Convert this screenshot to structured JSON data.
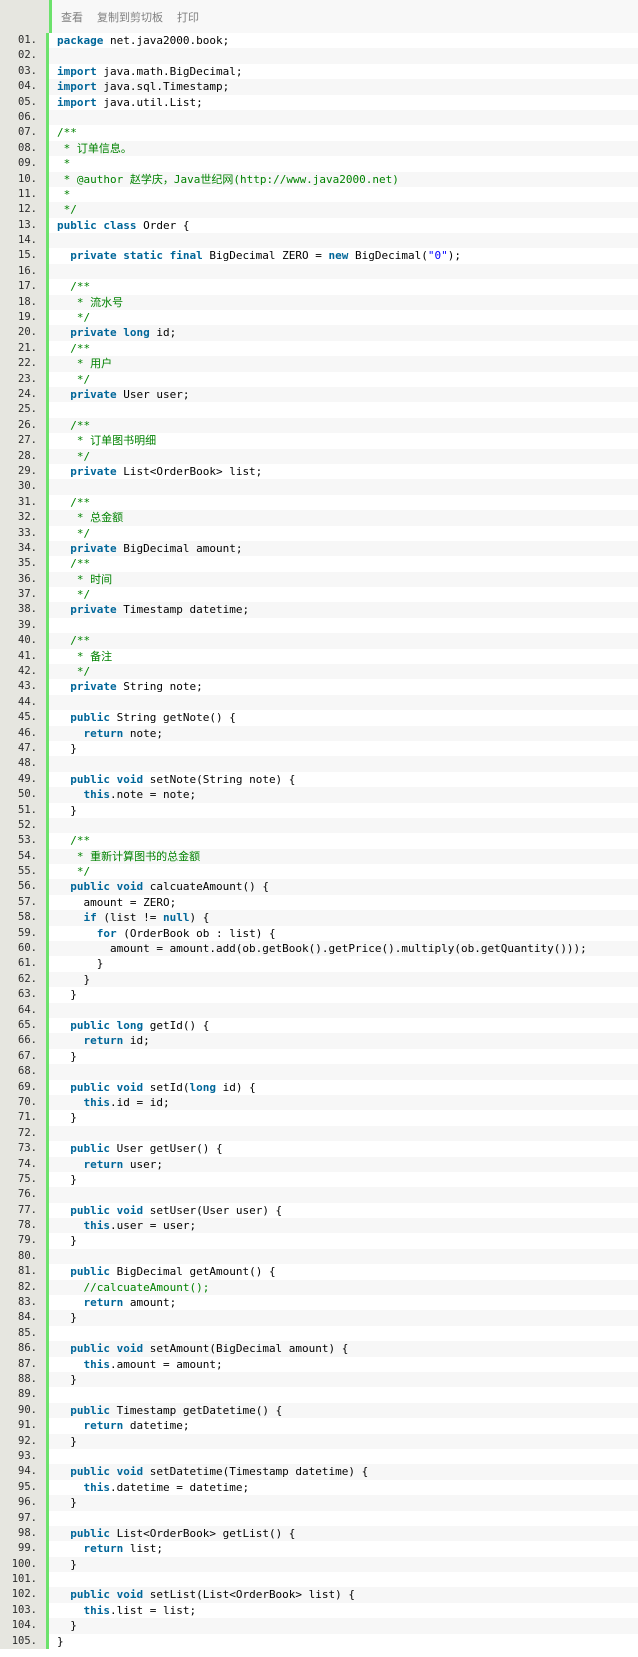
{
  "toolbar": {
    "view": "查看",
    "copy": "复制到剪切板",
    "print": "打印"
  },
  "colors": {
    "keyword": "#006699",
    "comment": "#008200",
    "string": "#0000ff",
    "gutter": "#e6e6e0",
    "gutter_border": "#6ce26c"
  },
  "lines": [
    {
      "n": "01.",
      "t": [
        [
          "kw",
          "package"
        ],
        [
          "pl",
          " net.java2000.book;"
        ]
      ]
    },
    {
      "n": "02.",
      "t": []
    },
    {
      "n": "03.",
      "t": [
        [
          "kw",
          "import"
        ],
        [
          "pl",
          " java.math.BigDecimal;"
        ]
      ]
    },
    {
      "n": "04.",
      "t": [
        [
          "kw",
          "import"
        ],
        [
          "pl",
          " java.sql.Timestamp;"
        ]
      ]
    },
    {
      "n": "05.",
      "t": [
        [
          "kw",
          "import"
        ],
        [
          "pl",
          " java.util.List;"
        ]
      ]
    },
    {
      "n": "06.",
      "t": []
    },
    {
      "n": "07.",
      "t": [
        [
          "cm",
          "/**"
        ]
      ]
    },
    {
      "n": "08.",
      "t": [
        [
          "cm",
          " * 订单信息。"
        ]
      ]
    },
    {
      "n": "09.",
      "t": [
        [
          "cm",
          " *"
        ]
      ]
    },
    {
      "n": "10.",
      "t": [
        [
          "cm",
          " * @author 赵学庆，Java世纪网(http://www.java2000.net)"
        ]
      ]
    },
    {
      "n": "11.",
      "t": [
        [
          "cm",
          " *"
        ]
      ]
    },
    {
      "n": "12.",
      "t": [
        [
          "cm",
          " */"
        ]
      ]
    },
    {
      "n": "13.",
      "t": [
        [
          "kw",
          "public class"
        ],
        [
          "pl",
          " Order {"
        ]
      ]
    },
    {
      "n": "14.",
      "t": []
    },
    {
      "n": "15.",
      "t": [
        [
          "pl",
          "  "
        ],
        [
          "kw",
          "private static final"
        ],
        [
          "pl",
          " BigDecimal ZERO = "
        ],
        [
          "kw",
          "new"
        ],
        [
          "pl",
          " BigDecimal("
        ],
        [
          "st",
          "\"0\""
        ],
        [
          "pl",
          ");"
        ]
      ]
    },
    {
      "n": "16.",
      "t": []
    },
    {
      "n": "17.",
      "t": [
        [
          "cm",
          "  /**"
        ]
      ]
    },
    {
      "n": "18.",
      "t": [
        [
          "cm",
          "   * 流水号"
        ]
      ]
    },
    {
      "n": "19.",
      "t": [
        [
          "cm",
          "   */"
        ]
      ]
    },
    {
      "n": "20.",
      "t": [
        [
          "pl",
          "  "
        ],
        [
          "kw",
          "private long"
        ],
        [
          "pl",
          " id;"
        ]
      ]
    },
    {
      "n": "21.",
      "t": [
        [
          "cm",
          "  /**"
        ]
      ]
    },
    {
      "n": "22.",
      "t": [
        [
          "cm",
          "   * 用户"
        ]
      ]
    },
    {
      "n": "23.",
      "t": [
        [
          "cm",
          "   */"
        ]
      ]
    },
    {
      "n": "24.",
      "t": [
        [
          "pl",
          "  "
        ],
        [
          "kw",
          "private"
        ],
        [
          "pl",
          " User user;"
        ]
      ]
    },
    {
      "n": "25.",
      "t": []
    },
    {
      "n": "26.",
      "t": [
        [
          "cm",
          "  /**"
        ]
      ]
    },
    {
      "n": "27.",
      "t": [
        [
          "cm",
          "   * 订单图书明细"
        ]
      ]
    },
    {
      "n": "28.",
      "t": [
        [
          "cm",
          "   */"
        ]
      ]
    },
    {
      "n": "29.",
      "t": [
        [
          "pl",
          "  "
        ],
        [
          "kw",
          "private"
        ],
        [
          "pl",
          " List<OrderBook> list;"
        ]
      ]
    },
    {
      "n": "30.",
      "t": []
    },
    {
      "n": "31.",
      "t": [
        [
          "cm",
          "  /**"
        ]
      ]
    },
    {
      "n": "32.",
      "t": [
        [
          "cm",
          "   * 总金额"
        ]
      ]
    },
    {
      "n": "33.",
      "t": [
        [
          "cm",
          "   */"
        ]
      ]
    },
    {
      "n": "34.",
      "t": [
        [
          "pl",
          "  "
        ],
        [
          "kw",
          "private"
        ],
        [
          "pl",
          " BigDecimal amount;"
        ]
      ]
    },
    {
      "n": "35.",
      "t": [
        [
          "cm",
          "  /**"
        ]
      ]
    },
    {
      "n": "36.",
      "t": [
        [
          "cm",
          "   * 时间"
        ]
      ]
    },
    {
      "n": "37.",
      "t": [
        [
          "cm",
          "   */"
        ]
      ]
    },
    {
      "n": "38.",
      "t": [
        [
          "pl",
          "  "
        ],
        [
          "kw",
          "private"
        ],
        [
          "pl",
          " Timestamp datetime;"
        ]
      ]
    },
    {
      "n": "39.",
      "t": []
    },
    {
      "n": "40.",
      "t": [
        [
          "cm",
          "  /**"
        ]
      ]
    },
    {
      "n": "41.",
      "t": [
        [
          "cm",
          "   * 备注"
        ]
      ]
    },
    {
      "n": "42.",
      "t": [
        [
          "cm",
          "   */"
        ]
      ]
    },
    {
      "n": "43.",
      "t": [
        [
          "pl",
          "  "
        ],
        [
          "kw",
          "private"
        ],
        [
          "pl",
          " String note;"
        ]
      ]
    },
    {
      "n": "44.",
      "t": []
    },
    {
      "n": "45.",
      "t": [
        [
          "pl",
          "  "
        ],
        [
          "kw",
          "public"
        ],
        [
          "pl",
          " String getNote() {"
        ]
      ]
    },
    {
      "n": "46.",
      "t": [
        [
          "pl",
          "    "
        ],
        [
          "kw",
          "return"
        ],
        [
          "pl",
          " note;"
        ]
      ]
    },
    {
      "n": "47.",
      "t": [
        [
          "pl",
          "  }"
        ]
      ]
    },
    {
      "n": "48.",
      "t": []
    },
    {
      "n": "49.",
      "t": [
        [
          "pl",
          "  "
        ],
        [
          "kw",
          "public void"
        ],
        [
          "pl",
          " setNote(String note) {"
        ]
      ]
    },
    {
      "n": "50.",
      "t": [
        [
          "pl",
          "    "
        ],
        [
          "kw",
          "this"
        ],
        [
          "pl",
          ".note = note;"
        ]
      ]
    },
    {
      "n": "51.",
      "t": [
        [
          "pl",
          "  }"
        ]
      ]
    },
    {
      "n": "52.",
      "t": []
    },
    {
      "n": "53.",
      "t": [
        [
          "cm",
          "  /**"
        ]
      ]
    },
    {
      "n": "54.",
      "t": [
        [
          "cm",
          "   * 重新计算图书的总金额"
        ]
      ]
    },
    {
      "n": "55.",
      "t": [
        [
          "cm",
          "   */"
        ]
      ]
    },
    {
      "n": "56.",
      "t": [
        [
          "pl",
          "  "
        ],
        [
          "kw",
          "public void"
        ],
        [
          "pl",
          " calcuateAmount() {"
        ]
      ]
    },
    {
      "n": "57.",
      "t": [
        [
          "pl",
          "    amount = ZERO;"
        ]
      ]
    },
    {
      "n": "58.",
      "t": [
        [
          "pl",
          "    "
        ],
        [
          "kw",
          "if"
        ],
        [
          "pl",
          " (list != "
        ],
        [
          "kw",
          "null"
        ],
        [
          "pl",
          ") {"
        ]
      ]
    },
    {
      "n": "59.",
      "t": [
        [
          "pl",
          "      "
        ],
        [
          "kw",
          "for"
        ],
        [
          "pl",
          " (OrderBook ob : list) {"
        ]
      ]
    },
    {
      "n": "60.",
      "t": [
        [
          "pl",
          "        amount = amount.add(ob.getBook().getPrice().multiply(ob.getQuantity()));"
        ]
      ]
    },
    {
      "n": "61.",
      "t": [
        [
          "pl",
          "      }"
        ]
      ]
    },
    {
      "n": "62.",
      "t": [
        [
          "pl",
          "    }"
        ]
      ]
    },
    {
      "n": "63.",
      "t": [
        [
          "pl",
          "  }"
        ]
      ]
    },
    {
      "n": "64.",
      "t": []
    },
    {
      "n": "65.",
      "t": [
        [
          "pl",
          "  "
        ],
        [
          "kw",
          "public long"
        ],
        [
          "pl",
          " getId() {"
        ]
      ]
    },
    {
      "n": "66.",
      "t": [
        [
          "pl",
          "    "
        ],
        [
          "kw",
          "return"
        ],
        [
          "pl",
          " id;"
        ]
      ]
    },
    {
      "n": "67.",
      "t": [
        [
          "pl",
          "  }"
        ]
      ]
    },
    {
      "n": "68.",
      "t": []
    },
    {
      "n": "69.",
      "t": [
        [
          "pl",
          "  "
        ],
        [
          "kw",
          "public void"
        ],
        [
          "pl",
          " setId("
        ],
        [
          "kw",
          "long"
        ],
        [
          "pl",
          " id) {"
        ]
      ]
    },
    {
      "n": "70.",
      "t": [
        [
          "pl",
          "    "
        ],
        [
          "kw",
          "this"
        ],
        [
          "pl",
          ".id = id;"
        ]
      ]
    },
    {
      "n": "71.",
      "t": [
        [
          "pl",
          "  }"
        ]
      ]
    },
    {
      "n": "72.",
      "t": []
    },
    {
      "n": "73.",
      "t": [
        [
          "pl",
          "  "
        ],
        [
          "kw",
          "public"
        ],
        [
          "pl",
          " User getUser() {"
        ]
      ]
    },
    {
      "n": "74.",
      "t": [
        [
          "pl",
          "    "
        ],
        [
          "kw",
          "return"
        ],
        [
          "pl",
          " user;"
        ]
      ]
    },
    {
      "n": "75.",
      "t": [
        [
          "pl",
          "  }"
        ]
      ]
    },
    {
      "n": "76.",
      "t": []
    },
    {
      "n": "77.",
      "t": [
        [
          "pl",
          "  "
        ],
        [
          "kw",
          "public void"
        ],
        [
          "pl",
          " setUser(User user) {"
        ]
      ]
    },
    {
      "n": "78.",
      "t": [
        [
          "pl",
          "    "
        ],
        [
          "kw",
          "this"
        ],
        [
          "pl",
          ".user = user;"
        ]
      ]
    },
    {
      "n": "79.",
      "t": [
        [
          "pl",
          "  }"
        ]
      ]
    },
    {
      "n": "80.",
      "t": []
    },
    {
      "n": "81.",
      "t": [
        [
          "pl",
          "  "
        ],
        [
          "kw",
          "public"
        ],
        [
          "pl",
          " BigDecimal getAmount() {"
        ]
      ]
    },
    {
      "n": "82.",
      "t": [
        [
          "cm",
          "    //calcuateAmount();"
        ]
      ]
    },
    {
      "n": "83.",
      "t": [
        [
          "pl",
          "    "
        ],
        [
          "kw",
          "return"
        ],
        [
          "pl",
          " amount;"
        ]
      ]
    },
    {
      "n": "84.",
      "t": [
        [
          "pl",
          "  }"
        ]
      ]
    },
    {
      "n": "85.",
      "t": []
    },
    {
      "n": "86.",
      "t": [
        [
          "pl",
          "  "
        ],
        [
          "kw",
          "public void"
        ],
        [
          "pl",
          " setAmount(BigDecimal amount) {"
        ]
      ]
    },
    {
      "n": "87.",
      "t": [
        [
          "pl",
          "    "
        ],
        [
          "kw",
          "this"
        ],
        [
          "pl",
          ".amount = amount;"
        ]
      ]
    },
    {
      "n": "88.",
      "t": [
        [
          "pl",
          "  }"
        ]
      ]
    },
    {
      "n": "89.",
      "t": []
    },
    {
      "n": "90.",
      "t": [
        [
          "pl",
          "  "
        ],
        [
          "kw",
          "public"
        ],
        [
          "pl",
          " Timestamp getDatetime() {"
        ]
      ]
    },
    {
      "n": "91.",
      "t": [
        [
          "pl",
          "    "
        ],
        [
          "kw",
          "return"
        ],
        [
          "pl",
          " datetime;"
        ]
      ]
    },
    {
      "n": "92.",
      "t": [
        [
          "pl",
          "  }"
        ]
      ]
    },
    {
      "n": "93.",
      "t": []
    },
    {
      "n": "94.",
      "t": [
        [
          "pl",
          "  "
        ],
        [
          "kw",
          "public void"
        ],
        [
          "pl",
          " setDatetime(Timestamp datetime) {"
        ]
      ]
    },
    {
      "n": "95.",
      "t": [
        [
          "pl",
          "    "
        ],
        [
          "kw",
          "this"
        ],
        [
          "pl",
          ".datetime = datetime;"
        ]
      ]
    },
    {
      "n": "96.",
      "t": [
        [
          "pl",
          "  }"
        ]
      ]
    },
    {
      "n": "97.",
      "t": []
    },
    {
      "n": "98.",
      "t": [
        [
          "pl",
          "  "
        ],
        [
          "kw",
          "public"
        ],
        [
          "pl",
          " List<OrderBook> getList() {"
        ]
      ]
    },
    {
      "n": "99.",
      "t": [
        [
          "pl",
          "    "
        ],
        [
          "kw",
          "return"
        ],
        [
          "pl",
          " list;"
        ]
      ]
    },
    {
      "n": "100.",
      "t": [
        [
          "pl",
          "  }"
        ]
      ]
    },
    {
      "n": "101.",
      "t": []
    },
    {
      "n": "102.",
      "t": [
        [
          "pl",
          "  "
        ],
        [
          "kw",
          "public void"
        ],
        [
          "pl",
          " setList(List<OrderBook> list) {"
        ]
      ]
    },
    {
      "n": "103.",
      "t": [
        [
          "pl",
          "    "
        ],
        [
          "kw",
          "this"
        ],
        [
          "pl",
          ".list = list;"
        ]
      ]
    },
    {
      "n": "104.",
      "t": [
        [
          "pl",
          "  }"
        ]
      ]
    },
    {
      "n": "105.",
      "t": [
        [
          "pl",
          "}"
        ]
      ]
    }
  ]
}
